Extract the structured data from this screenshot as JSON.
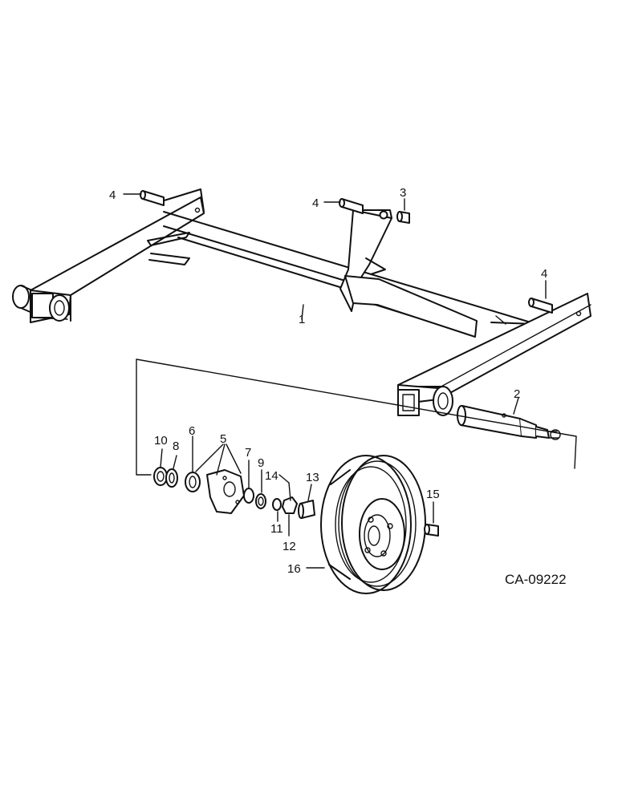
{
  "drawing_code": "CA-09222",
  "callouts": {
    "p1": "1",
    "p2": "2",
    "p3": "3",
    "p4a": "4",
    "p4b": "4",
    "p4c": "4",
    "p5": "5",
    "p6": "6",
    "p7": "7",
    "p8": "8",
    "p9": "9",
    "p10": "10",
    "p11": "11",
    "p12": "12",
    "p13": "13",
    "p14": "14",
    "p15": "15",
    "p16": "16"
  }
}
